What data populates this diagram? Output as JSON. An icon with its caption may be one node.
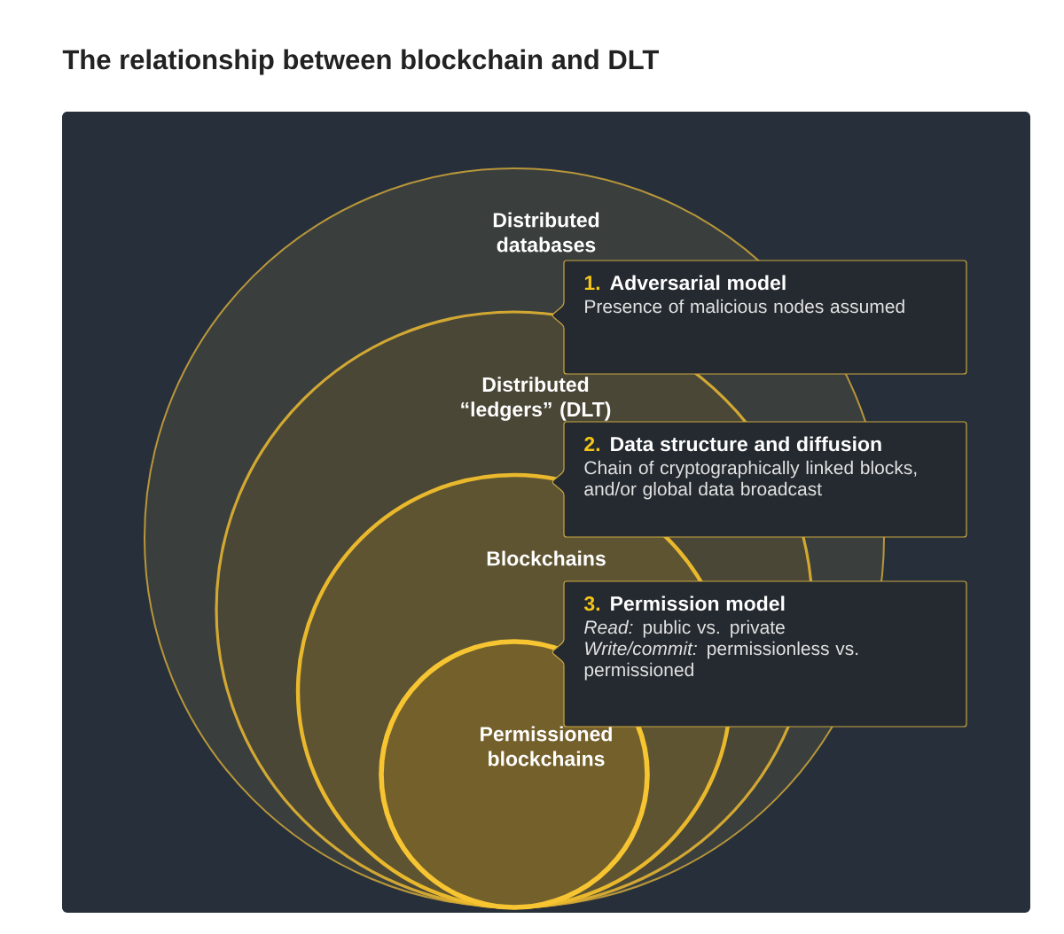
{
  "diagram": {
    "title": "The relationship between blockchain and DLT",
    "nodes": [
      {
        "text": [
          "Distributed databases"
        ]
      },
      {
        "text": [
          "Distributed “ledgers” (DLT)"
        ],
        "in": 0
      },
      {
        "text": [
          "Blockchains"
        ],
        "in": 1
      },
      {
        "text": [
          "Permissioned blockchains"
        ],
        "in": 2
      },
      {
        "text": [
          "1.",
          "Adversarial model",
          "Presence of malicious nodes assumed"
        ]
      },
      {
        "text": [
          "2.",
          "Data structure and diffusion",
          "Chain of cryptographically linked blocks, and/or global data broadcast"
        ]
      },
      {
        "text": [
          "3.",
          "Permission model",
          "*Read:* public vs. private",
          "*Write/commit:* permissionless vs. permissioned"
        ]
      }
    ]
  }
}
